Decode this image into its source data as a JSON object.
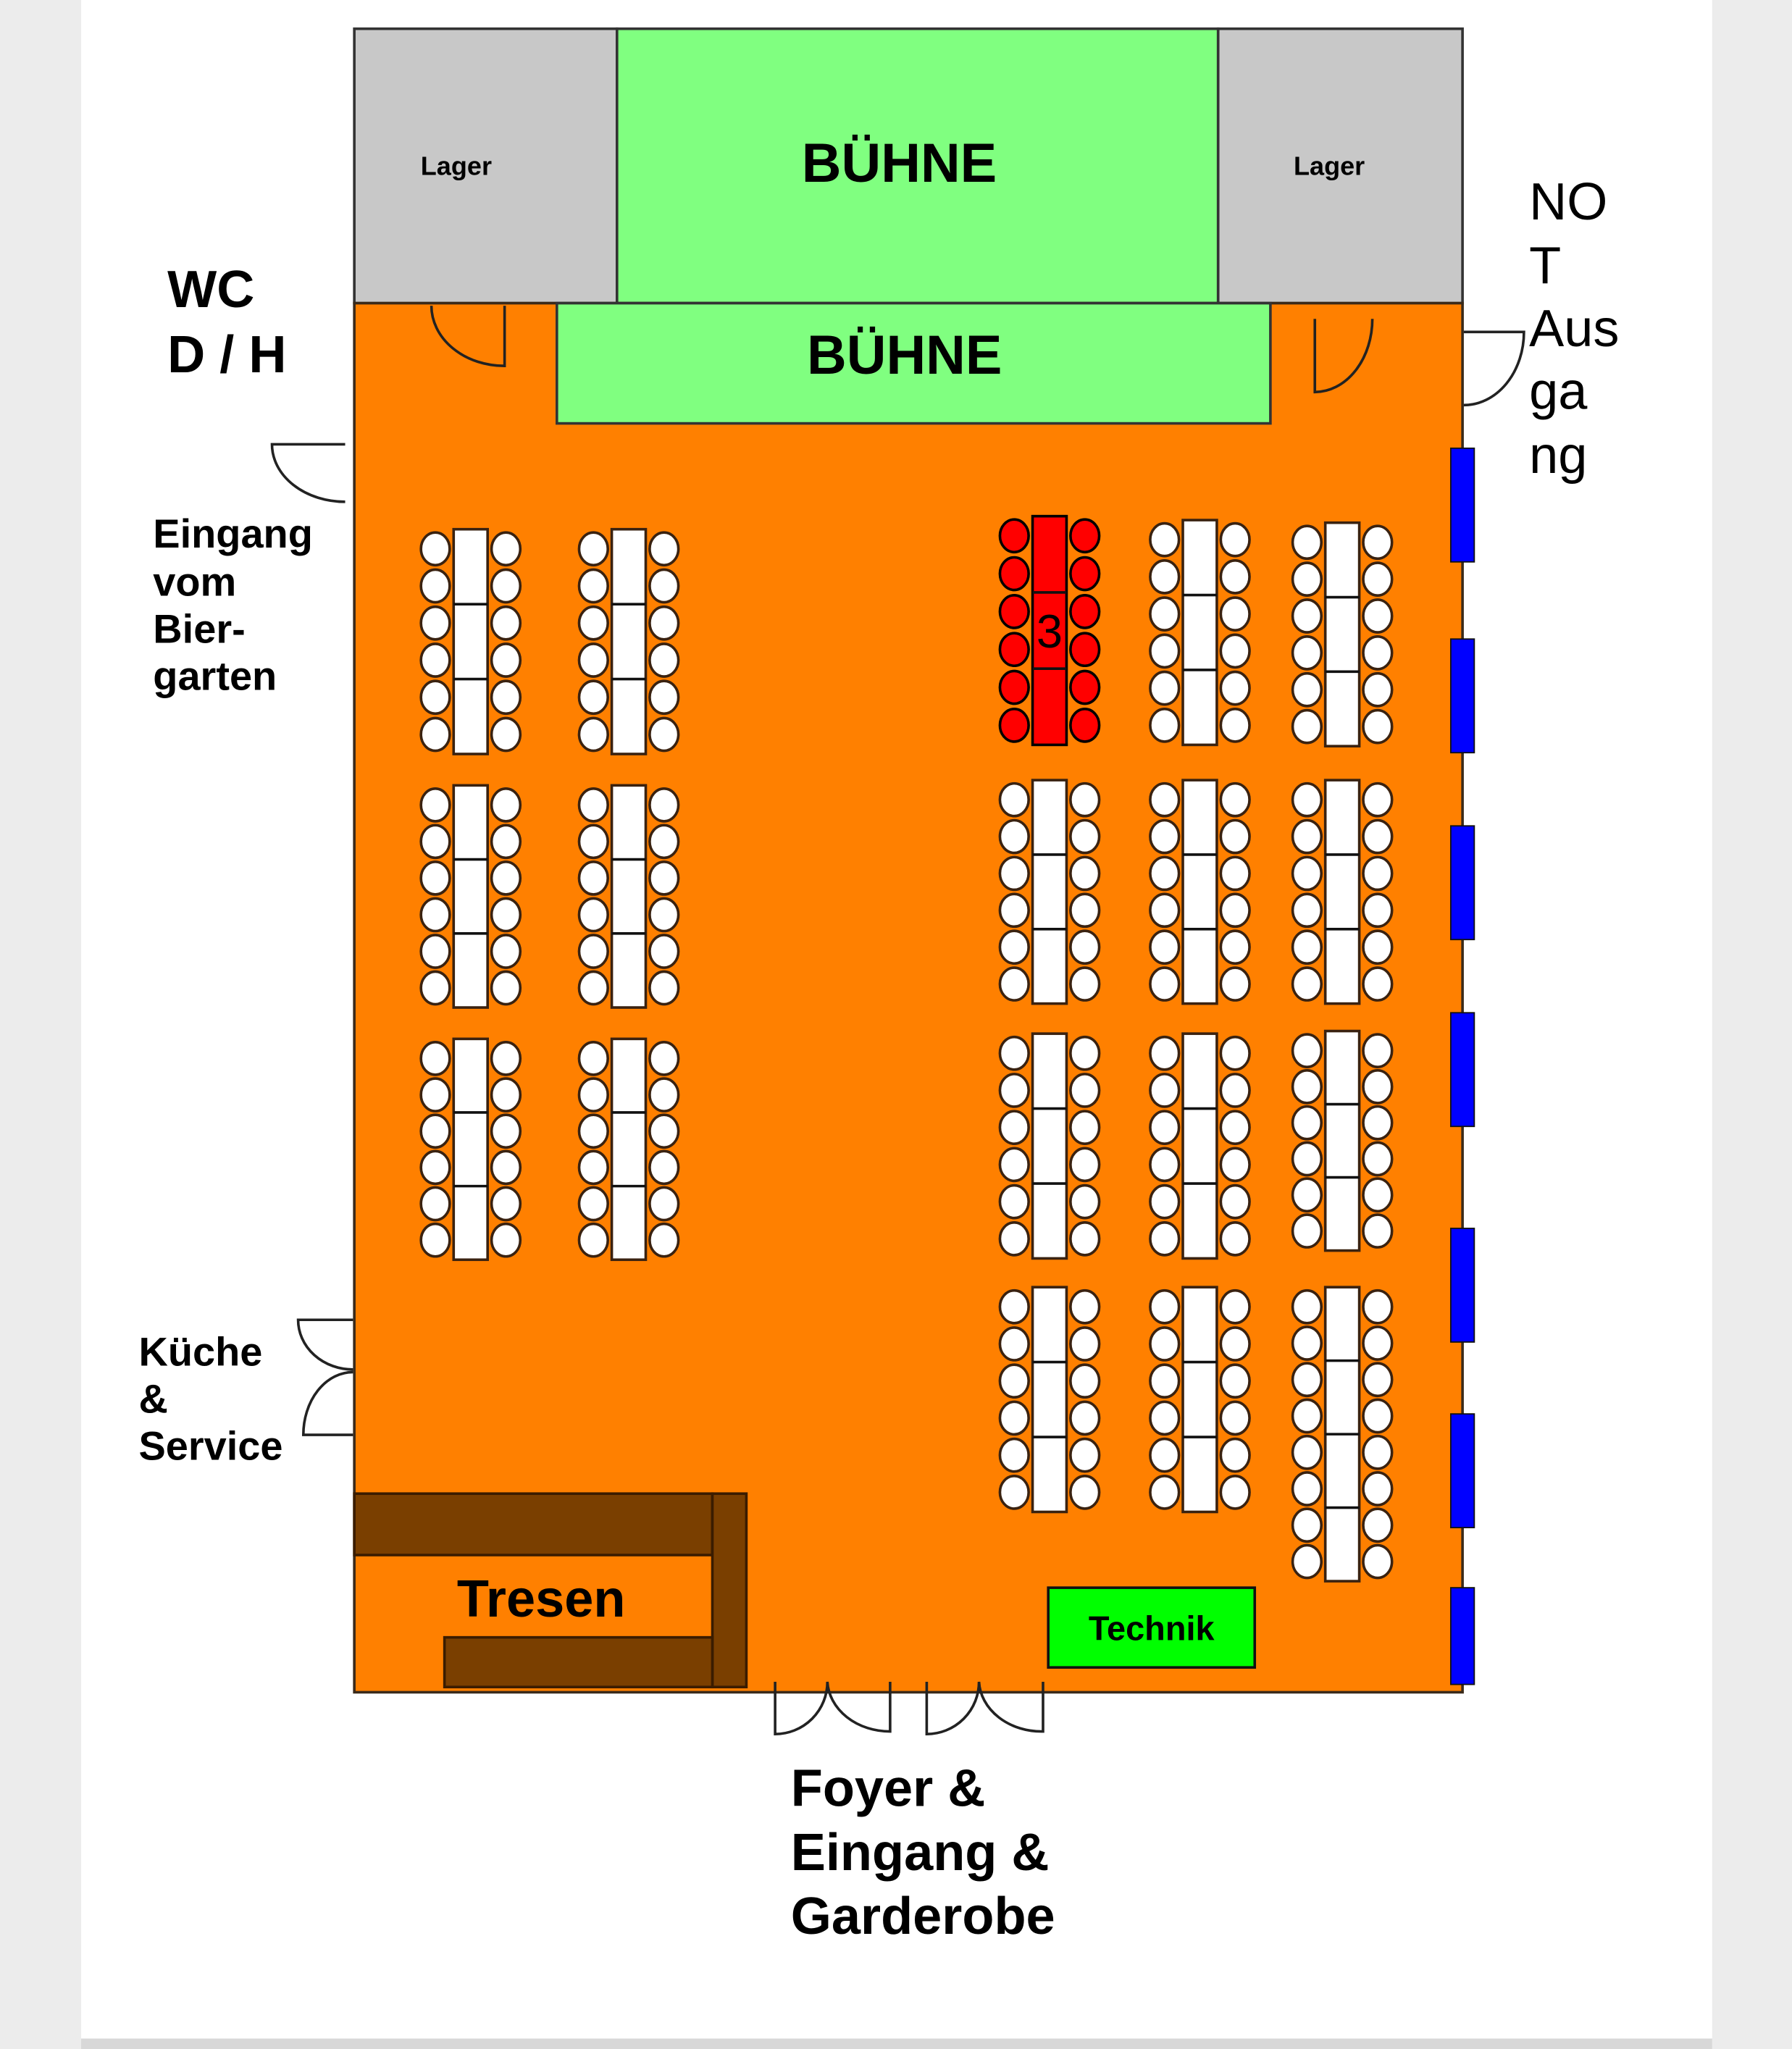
{
  "rooms": {
    "lager_left": "Lager",
    "lager_right": "Lager",
    "stage_main": "BÜHNE",
    "stage_front": "BÜHNE",
    "bar": "Tresen",
    "tech": "Technik"
  },
  "labels": {
    "wc": [
      "WC",
      "D / H"
    ],
    "emergency_exit": [
      "NO",
      "T",
      "Aus",
      "ga",
      "ng"
    ],
    "beer_garden_entrance": [
      "Eingang",
      "vom",
      "Bier-",
      "garten"
    ],
    "kitchen": [
      "Küche",
      "&",
      "Service"
    ],
    "foyer": [
      "Foyer &",
      "Eingang &",
      "Garderobe"
    ]
  },
  "colors": {
    "hall": "#ff8000",
    "stage": "#80ff80",
    "storage": "#c8c8c8",
    "bar": "#7a3f00",
    "tech": "#00ff00",
    "window": "#0000ff",
    "highlight": "#ff0000",
    "table": "#ffffff"
  },
  "tables": [
    {
      "id": "L1-1",
      "chairs_per_side": 6
    },
    {
      "id": "L1-2",
      "chairs_per_side": 6
    },
    {
      "id": "L2-1",
      "chairs_per_side": 6
    },
    {
      "id": "L2-2",
      "chairs_per_side": 6
    },
    {
      "id": "L3-1",
      "chairs_per_side": 6
    },
    {
      "id": "L3-2",
      "chairs_per_side": 6
    },
    {
      "id": "R1-1",
      "chairs_per_side": 6,
      "highlighted": true,
      "label": "3"
    },
    {
      "id": "R1-2",
      "chairs_per_side": 6
    },
    {
      "id": "R1-3",
      "chairs_per_side": 6
    },
    {
      "id": "R2-1",
      "chairs_per_side": 6
    },
    {
      "id": "R2-2",
      "chairs_per_side": 6
    },
    {
      "id": "R2-3",
      "chairs_per_side": 6
    },
    {
      "id": "R3-1",
      "chairs_per_side": 6
    },
    {
      "id": "R3-2",
      "chairs_per_side": 6
    },
    {
      "id": "R3-3",
      "chairs_per_side": 6
    },
    {
      "id": "R4-1",
      "chairs_per_side": 6
    },
    {
      "id": "R4-2",
      "chairs_per_side": 6
    },
    {
      "id": "R4-3",
      "chairs_per_side": 8
    }
  ]
}
